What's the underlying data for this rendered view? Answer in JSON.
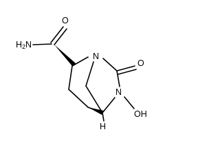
{
  "structure": {
    "labels": {
      "amine": "H2N",
      "amide_oxygen": "O",
      "bridgehead_nitrogen": "N",
      "urea_oxygen": "O",
      "hydroxy_nitrogen": "N",
      "hydroxy": "OH",
      "bridgehead_hydrogen": "H"
    },
    "colors": {
      "bond": "#000000",
      "text": "#000000",
      "background": "#ffffff"
    }
  }
}
